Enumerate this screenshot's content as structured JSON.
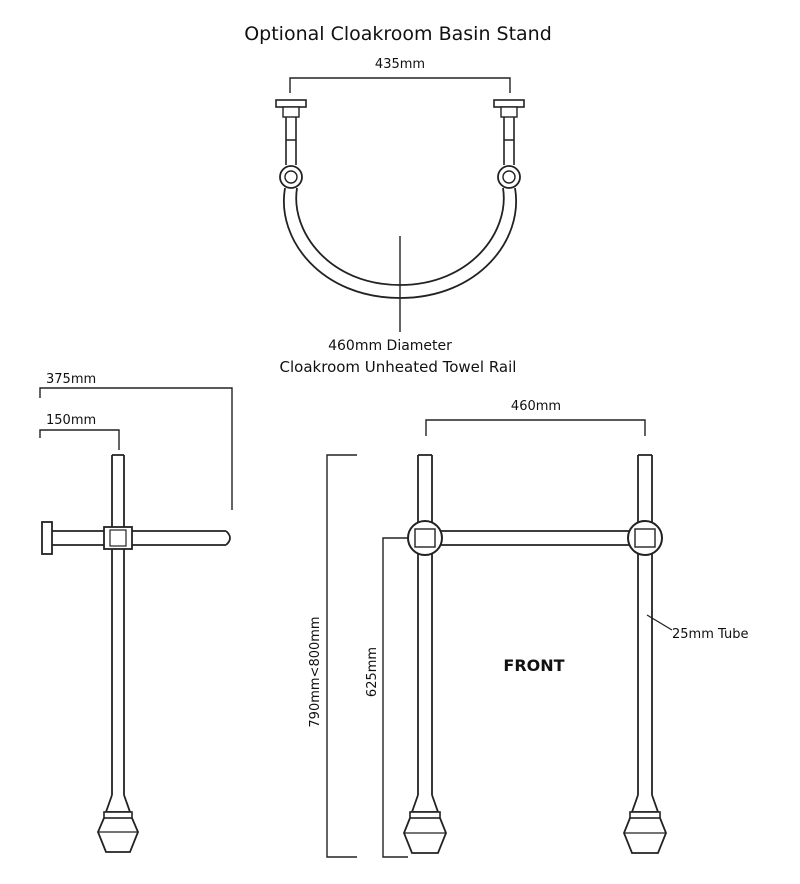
{
  "title": "Optional Cloakroom Basin Stand",
  "top_view": {
    "width_label": "435mm",
    "diameter_label": "460mm Diameter",
    "caption": "Cloakroom Unheated Towel Rail"
  },
  "side_view": {
    "depth_outer_label": "375mm",
    "depth_inner_label": "150mm"
  },
  "front_view": {
    "width_label": "460mm",
    "height_label": "790mm<800mm",
    "rail_height_label": "625mm",
    "tube_label": "25mm Tube",
    "view_label": "FRONT"
  }
}
